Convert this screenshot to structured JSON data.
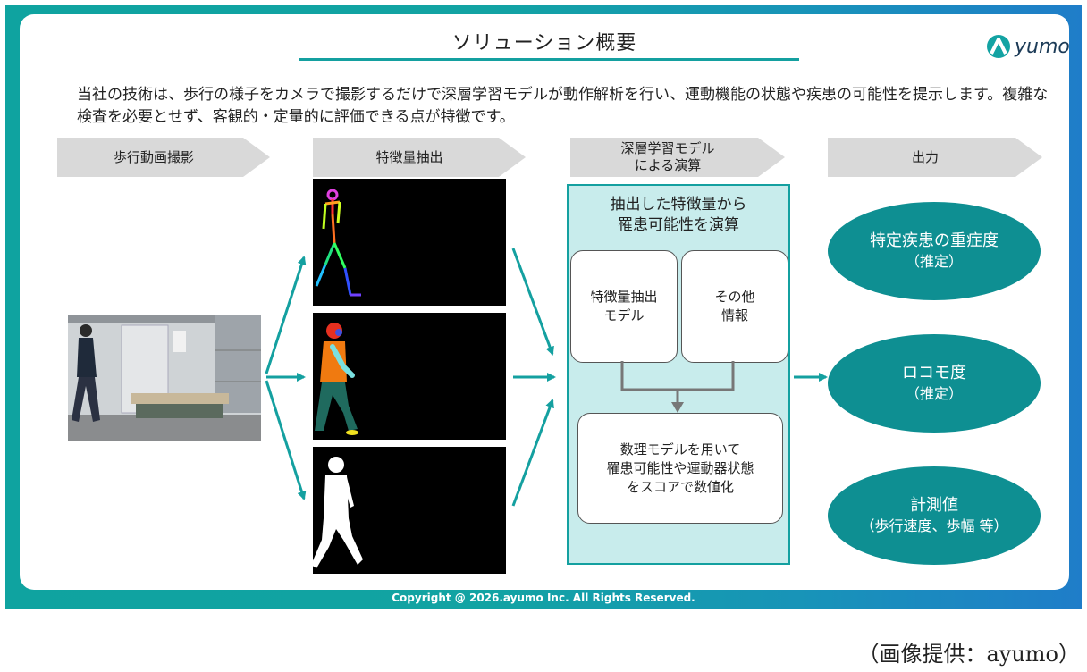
{
  "slide": {
    "title": "ソリューション概要",
    "logo_text": "yumo",
    "intro": "当社の技術は、歩行の様子をカメラで撮影するだけで深層学習モデルが動作解析を行い、運動機能の状態や疾患の可能性を提示します。複雑な検査を必要とせず、客観的・定量的に評価できる点が特徴です。",
    "copyright": "Copyright @ 2026.ayumo Inc. All Rights Reserved."
  },
  "steps": [
    {
      "label": "歩行動画撮影"
    },
    {
      "label": "特徴量抽出"
    },
    {
      "label": "深層学習モデル\nによる演算"
    },
    {
      "label": "出力"
    }
  ],
  "deep": {
    "title": "抽出した特徴量から\n罹患可能性を演算",
    "box1": "特徴量抽出\nモデル",
    "box2": "その他\n情報",
    "box3": "数理モデルを用いて\n罹患可能性や運動器状態\nをスコアで数値化"
  },
  "outputs": [
    {
      "line1": "特定疾患の重症度",
      "line2": "（推定）"
    },
    {
      "line1": "ロコモ度",
      "line2": "（推定）"
    },
    {
      "line1": "計測値",
      "line2": "（歩行速度、歩幅 等）"
    }
  ],
  "credit": "（画像提供：ayumo）",
  "colors": {
    "teal": "#14a0a0",
    "teal_dark": "#0e8f92",
    "step_gray": "#d9d9d9",
    "deep_bg": "#c8ecec"
  }
}
